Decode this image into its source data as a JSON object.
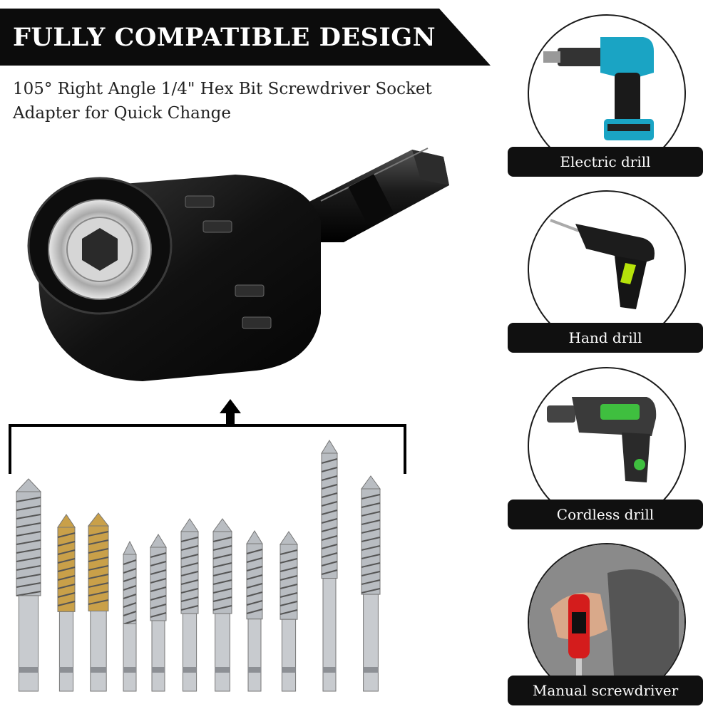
{
  "banner": {
    "title": "FULLY COMPATIBLE DESIGN"
  },
  "subtitle": {
    "line1": "105° Right Angle 1/4\" Hex Bit Screwdriver Socket",
    "line2": "Adapter for Quick Change"
  },
  "tools": [
    {
      "label": "Electric drill",
      "icon": "electric-drill-icon",
      "accent": "#1aa4c4"
    },
    {
      "label": "Hand drill",
      "icon": "hand-drill-icon",
      "accent": "#b6e20a"
    },
    {
      "label": "Cordless drill",
      "icon": "cordless-drill-icon",
      "accent": "#3fbf3f"
    },
    {
      "label": "Manual screwdriver",
      "icon": "manual-screwdriver-icon",
      "accent": "#d41c1c"
    }
  ],
  "colors": {
    "banner_bg": "#0c0c0c",
    "label_bg": "#101010",
    "titanium": "#c9a049",
    "steel": "#b9bdc2"
  }
}
